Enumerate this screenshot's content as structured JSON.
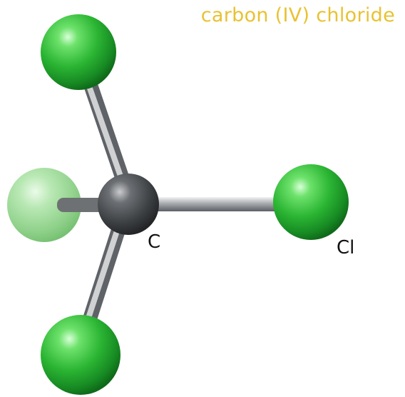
{
  "title": "carbon (IV) chloride",
  "labels": {
    "carbon": "C",
    "chlorine": "Cl"
  },
  "colors": {
    "title": "#e8c232",
    "chlorine": "#2fbf3a",
    "carbon": "#4a4d50",
    "bond": "#8c8f93"
  },
  "atoms": [
    {
      "element": "C",
      "role": "central"
    },
    {
      "element": "Cl",
      "role": "upper"
    },
    {
      "element": "Cl",
      "role": "back (faded)"
    },
    {
      "element": "Cl",
      "role": "right"
    },
    {
      "element": "Cl",
      "role": "lower"
    }
  ]
}
